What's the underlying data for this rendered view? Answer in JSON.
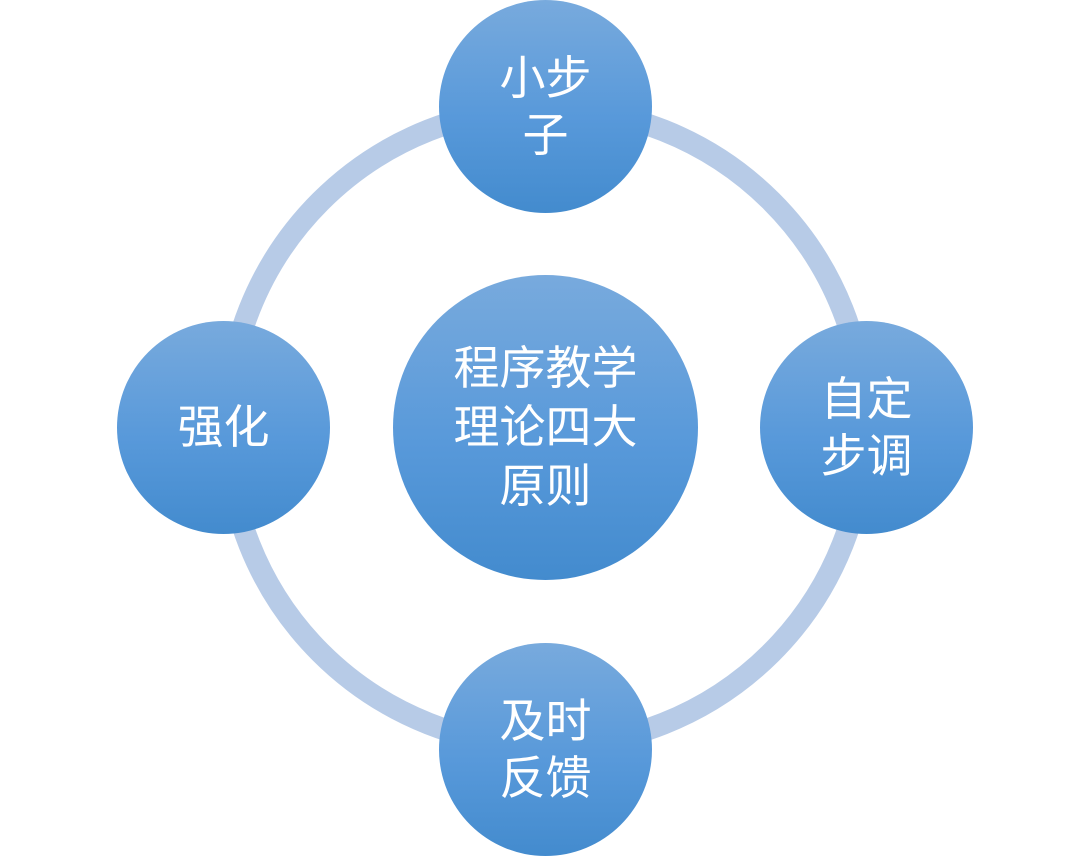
{
  "diagram": {
    "center": {
      "label": "程序教学\n理论四大\n原则"
    },
    "nodes": {
      "top": {
        "label": "小步\n子"
      },
      "right": {
        "label": "自定\n步调"
      },
      "bottom": {
        "label": "及时\n反馈"
      },
      "left": {
        "label": "强化"
      }
    }
  },
  "colors": {
    "ring": "#b7cbe7",
    "node_top": "#78aadd",
    "node_bottom": "#438bce",
    "text": "#ffffff",
    "background": "#ffffff"
  }
}
